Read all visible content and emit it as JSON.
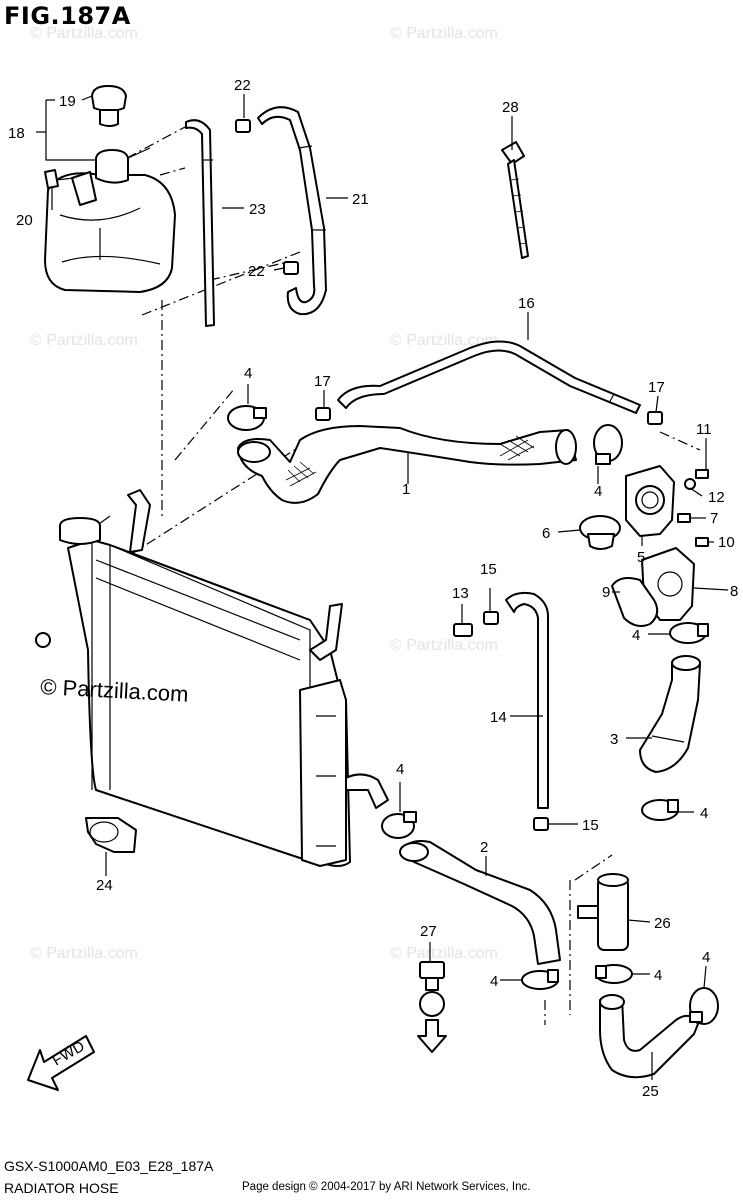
{
  "figure": {
    "title": "FIG.187A",
    "model_code": "GSX-S1000AM0_E03_E28_187A",
    "section_name": "RADIATOR HOSE",
    "copyright": "Page design © 2004-2017 by ARI Network Services, Inc."
  },
  "watermark": {
    "main": "© Partzilla.com",
    "faint": "© Partzilla.com"
  },
  "fwd_label": "FWD",
  "callouts": [
    {
      "id": "c19",
      "label": "19"
    },
    {
      "id": "c18",
      "label": "18"
    },
    {
      "id": "c20",
      "label": "20"
    },
    {
      "id": "c22a",
      "label": "22"
    },
    {
      "id": "c23",
      "label": "23"
    },
    {
      "id": "c21",
      "label": "21"
    },
    {
      "id": "c22b",
      "label": "22"
    },
    {
      "id": "c28",
      "label": "28"
    },
    {
      "id": "c16",
      "label": "16"
    },
    {
      "id": "c4a",
      "label": "4"
    },
    {
      "id": "c17a",
      "label": "17"
    },
    {
      "id": "c17b",
      "label": "17"
    },
    {
      "id": "c11",
      "label": "11"
    },
    {
      "id": "c1",
      "label": "1"
    },
    {
      "id": "c4b",
      "label": "4"
    },
    {
      "id": "c12",
      "label": "12"
    },
    {
      "id": "c6",
      "label": "6"
    },
    {
      "id": "c5",
      "label": "5"
    },
    {
      "id": "c7",
      "label": "7"
    },
    {
      "id": "c10",
      "label": "10"
    },
    {
      "id": "c15a",
      "label": "15"
    },
    {
      "id": "c13",
      "label": "13"
    },
    {
      "id": "c9",
      "label": "9"
    },
    {
      "id": "c8",
      "label": "8"
    },
    {
      "id": "c4c",
      "label": "4"
    },
    {
      "id": "c14",
      "label": "14"
    },
    {
      "id": "c3",
      "label": "3"
    },
    {
      "id": "c4d",
      "label": "4"
    },
    {
      "id": "c4e",
      "label": "4"
    },
    {
      "id": "c15b",
      "label": "15"
    },
    {
      "id": "c2",
      "label": "2"
    },
    {
      "id": "c24",
      "label": "24"
    },
    {
      "id": "c26",
      "label": "26"
    },
    {
      "id": "c27",
      "label": "27"
    },
    {
      "id": "c4f",
      "label": "4"
    },
    {
      "id": "c4g",
      "label": "4"
    },
    {
      "id": "c4h",
      "label": "4"
    },
    {
      "id": "c25",
      "label": "25"
    }
  ]
}
